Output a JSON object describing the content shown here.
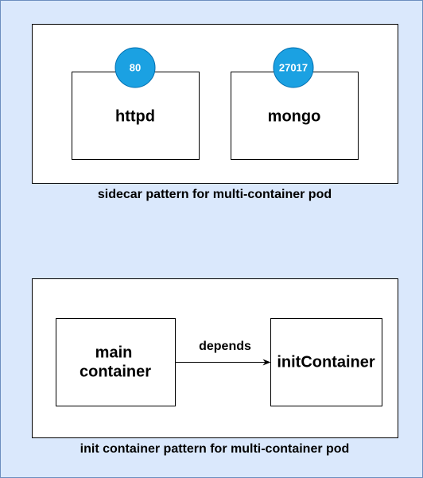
{
  "colors": {
    "canvas_background": "#dae8fc",
    "canvas_border": "#6c8ebf",
    "panel_fill": "#ffffff",
    "box_stroke": "#000000",
    "port_fill": "#1ba1e2",
    "port_stroke": "#006eaf",
    "text": "#000000",
    "port_text": "#ffffff"
  },
  "sidecar": {
    "caption": "sidecar pattern for multi-container pod",
    "containers": [
      {
        "label": "httpd",
        "port": "80"
      },
      {
        "label": "mongo",
        "port": "27017"
      }
    ]
  },
  "init": {
    "caption": "init container pattern for multi-container pod",
    "main_label_line1": "main",
    "main_label_line2": "container",
    "init_label": "initContainer",
    "edge_label": "depends"
  }
}
